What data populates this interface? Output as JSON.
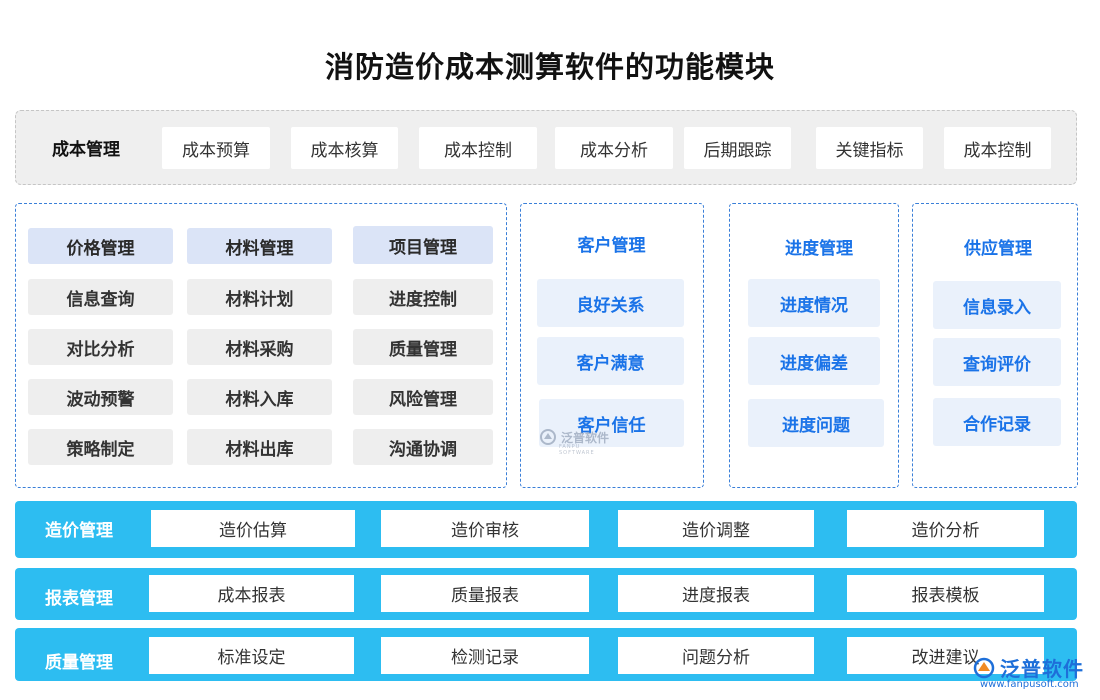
{
  "title": "消防造价成本测算软件的功能模块",
  "cost_management": {
    "label": "成本管理",
    "items": [
      "成本预算",
      "成本核算",
      "成本控制",
      "成本分析",
      "后期跟踪",
      "关键指标",
      "成本控制"
    ]
  },
  "left_panel": {
    "columns": [
      {
        "header": "价格管理",
        "items": [
          "信息查询",
          "对比分析",
          "波动预警",
          "策略制定"
        ]
      },
      {
        "header": "材料管理",
        "items": [
          "材料计划",
          "材料采购",
          "材料入库",
          "材料出库"
        ]
      },
      {
        "header": "项目管理",
        "items": [
          "进度控制",
          "质量管理",
          "风险管理",
          "沟通协调"
        ]
      }
    ]
  },
  "customer_panel": {
    "header": "客户管理",
    "items": [
      "良好关系",
      "客户满意",
      "客户信任"
    ]
  },
  "progress_panel": {
    "header": "进度管理",
    "items": [
      "进度情况",
      "进度偏差",
      "进度问题"
    ]
  },
  "supply_panel": {
    "header": "供应管理",
    "items": [
      "信息录入",
      "查询评价",
      "合作记录"
    ]
  },
  "bands": [
    {
      "label": "造价管理",
      "items": [
        "造价估算",
        "造价审核",
        "造价调整",
        "造价分析"
      ]
    },
    {
      "label": "报表管理",
      "items": [
        "成本报表",
        "质量报表",
        "进度报表",
        "报表模板"
      ]
    },
    {
      "label": "质量管理",
      "items": [
        "标准设定",
        "检测记录",
        "问题分析",
        "改进建议"
      ]
    }
  ],
  "watermark": {
    "text": "泛普软件",
    "sub": "FANPU SOFTWARE"
  },
  "logo": {
    "text": "泛普软件",
    "url": "www.fanpusoft.com"
  },
  "colors": {
    "accent_blue": "#1a73e8",
    "band_blue": "#2dbdf1",
    "panel_border": "#3a7fd8",
    "header_fill": "#dbe4f7"
  }
}
